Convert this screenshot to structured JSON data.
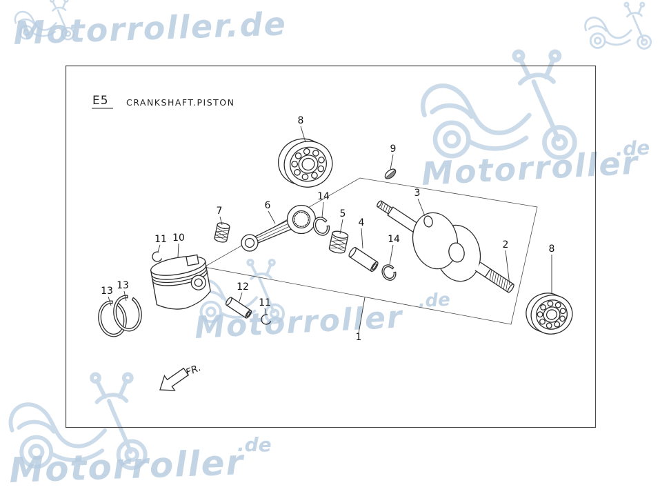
{
  "page": {
    "background": "#ffffff"
  },
  "watermark": {
    "brand": "Motorroller",
    "suffix": ".de",
    "brand_full": "Motorroller.de",
    "color": "#b7cce0"
  },
  "header": {
    "code": "E5",
    "title": "CRANKSHAFT.PISTON"
  },
  "diagram": {
    "direction_label": "FR.",
    "outline_color": "#2b2b2b",
    "labels": [
      {
        "text": "8",
        "part": "ball-bearing-upper"
      },
      {
        "text": "9",
        "part": "woodruff-key"
      },
      {
        "text": "3",
        "part": "crankshaft"
      },
      {
        "text": "14",
        "part": "thrust-washer-upper"
      },
      {
        "text": "5",
        "part": "needle-bearing"
      },
      {
        "text": "4",
        "part": "spacer-sleeve"
      },
      {
        "text": "14",
        "part": "thrust-washer-lower"
      },
      {
        "text": "6",
        "part": "connecting-rod"
      },
      {
        "text": "7",
        "part": "small-end-bearing"
      },
      {
        "text": "2",
        "part": "crankshaft-spline-end"
      },
      {
        "text": "8",
        "part": "ball-bearing-right"
      },
      {
        "text": "11",
        "part": "circlip-left"
      },
      {
        "text": "10",
        "part": "piston"
      },
      {
        "text": "13",
        "part": "piston-ring-outer"
      },
      {
        "text": "13",
        "part": "piston-ring-inner"
      },
      {
        "text": "12",
        "part": "piston-pin"
      },
      {
        "text": "11",
        "part": "circlip-right"
      },
      {
        "text": "1",
        "part": "crankshaft-assembly"
      }
    ]
  }
}
